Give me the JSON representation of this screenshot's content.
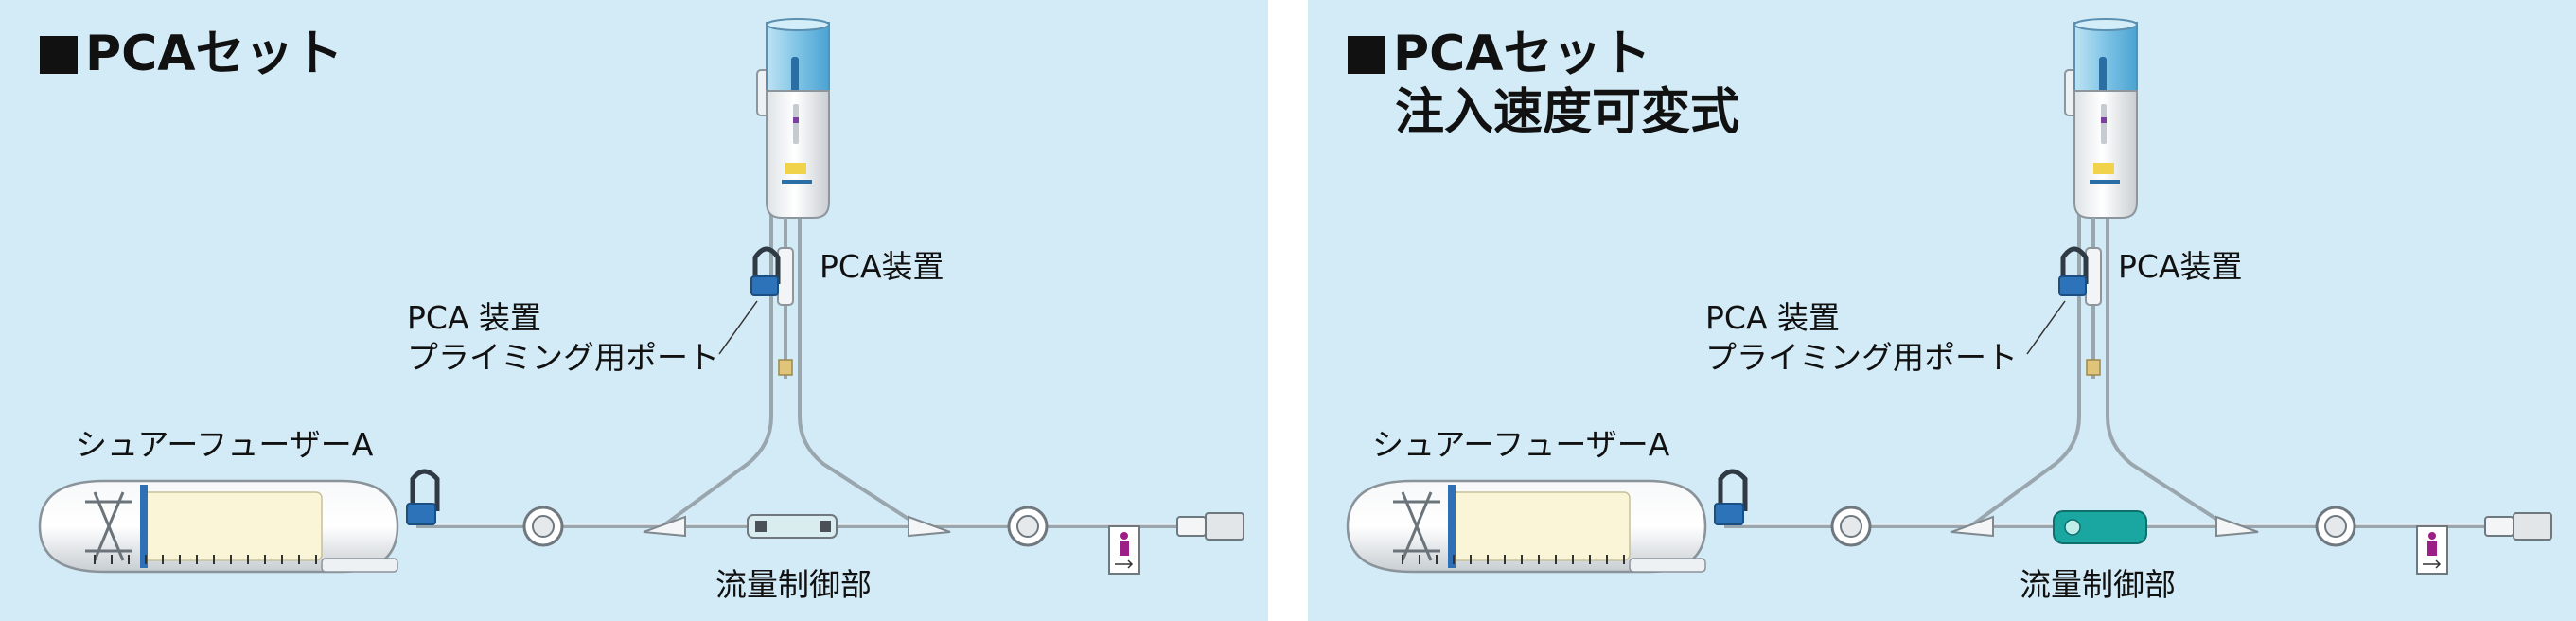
{
  "panels": [
    {
      "title": "PCAセット",
      "subtitle": "",
      "labels": {
        "pca_device": "PCA装置",
        "priming_port_line1": "PCA 装置",
        "priming_port_line2": "プライミング用ポート",
        "pump": "シュアーフューザーA",
        "flow_control": "流量制御部"
      },
      "flow_regulator_style": "fixed"
    },
    {
      "title": "PCAセット",
      "subtitle": "注入速度可変式",
      "labels": {
        "pca_device": "PCA装置",
        "priming_port_line1": "PCA 装置",
        "priming_port_line2": "プライミング用ポート",
        "pump": "シュアーフューザーA",
        "flow_control": "流量制御部"
      },
      "flow_regulator_style": "variable"
    }
  ],
  "colors": {
    "background": "#d3ebf7",
    "tube": "#9aa6ad",
    "pca_cap": "#7ec4e6",
    "clamp_blue": "#2c73b9",
    "variable_dial": "#1aa7a1",
    "person_icon": "#9b1f86"
  }
}
